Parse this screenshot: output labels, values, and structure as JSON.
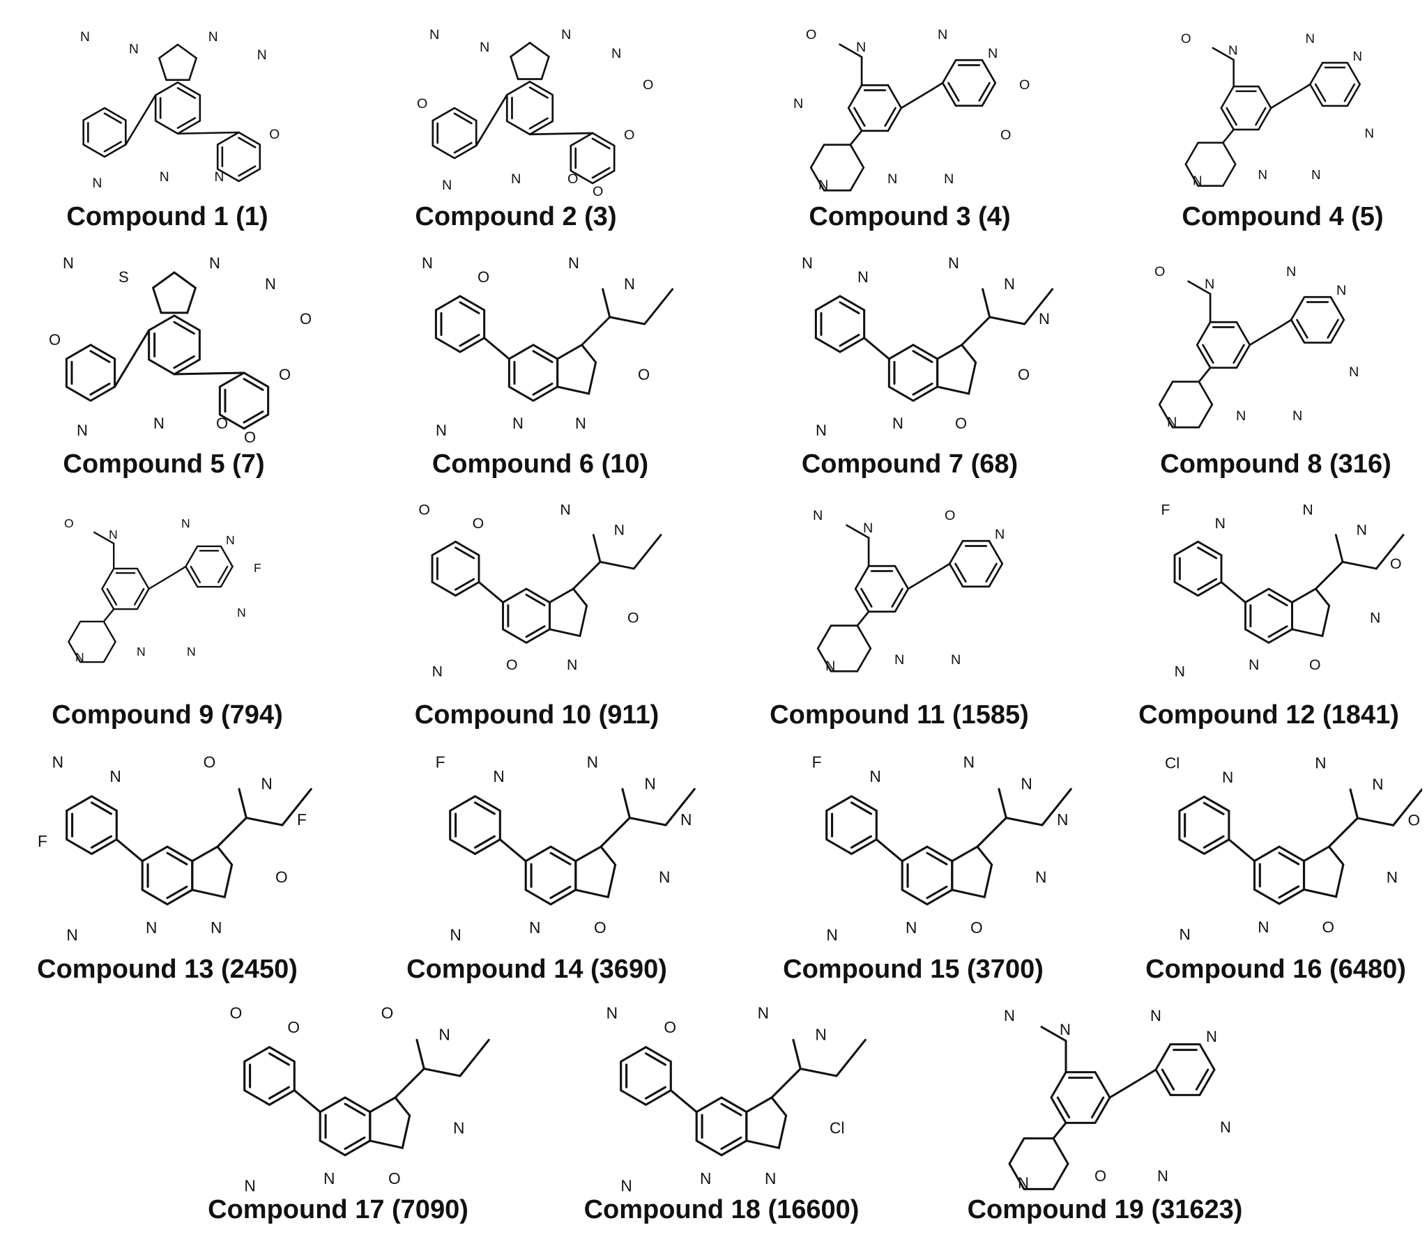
{
  "compounds": [
    {
      "label": "Compound 1 (1)",
      "core": "pyrimidine",
      "atoms": [
        "N",
        "N",
        "N",
        "N",
        "N",
        "N",
        "N",
        "O"
      ]
    },
    {
      "label": "Compound 2 (3)",
      "core": "triazolopyridine",
      "atoms": [
        "N",
        "N",
        "N",
        "N",
        "N",
        "N",
        "O",
        "O",
        "O",
        "O",
        "O"
      ]
    },
    {
      "label": "Compound 3 (4)",
      "core": "pyridazine",
      "atoms": [
        "O",
        "N",
        "N",
        "N",
        "N",
        "N",
        "N",
        "O",
        "O",
        "N"
      ]
    },
    {
      "label": "Compound 4 (5)",
      "core": "pyridazine",
      "atoms": [
        "O",
        "N",
        "N",
        "N",
        "N",
        "N",
        "N",
        "N"
      ]
    },
    {
      "label": "Compound 5 (7)",
      "core": "thiazolopyrimidine",
      "atoms": [
        "N",
        "S",
        "N",
        "N",
        "N",
        "N",
        "O",
        "O",
        "O",
        "O",
        "O"
      ]
    },
    {
      "label": "Compound 6 (10)",
      "core": "pyrrolopyrazine",
      "atoms": [
        "N",
        "O",
        "N",
        "N",
        "N",
        "N",
        "N",
        "O"
      ]
    },
    {
      "label": "Compound 7 (68)",
      "core": "pyrrolopyrazine",
      "atoms": [
        "N",
        "N",
        "N",
        "N",
        "N",
        "N",
        "O",
        "O",
        "N"
      ]
    },
    {
      "label": "Compound 8 (316)",
      "core": "pyridazine",
      "atoms": [
        "O",
        "N",
        "N",
        "N",
        "N",
        "N",
        "N",
        "N"
      ]
    },
    {
      "label": "Compound 9 (794)",
      "core": "pyridazine",
      "atoms": [
        "O",
        "N",
        "N",
        "N",
        "N",
        "N",
        "N",
        "N",
        "F"
      ]
    },
    {
      "label": "Compound 10 (911)",
      "core": "pyrrolopyrazine",
      "atoms": [
        "O",
        "O",
        "N",
        "N",
        "N",
        "O",
        "N",
        "O"
      ]
    },
    {
      "label": "Compound 11 (1585)",
      "core": "pyridazine",
      "atoms": [
        "N",
        "N",
        "O",
        "N",
        "N",
        "N",
        "N"
      ]
    },
    {
      "label": "Compound 12 (1841)",
      "core": "pyrrolopyrazine",
      "atoms": [
        "F",
        "N",
        "N",
        "N",
        "N",
        "N",
        "O",
        "N",
        "O"
      ]
    },
    {
      "label": "Compound 13 (2450)",
      "core": "pyrrolopyrazine",
      "atoms": [
        "N",
        "N",
        "O",
        "N",
        "N",
        "N",
        "N",
        "O",
        "F",
        "F"
      ]
    },
    {
      "label": "Compound 14 (3690)",
      "core": "pyrrolopyrazine",
      "atoms": [
        "F",
        "N",
        "N",
        "N",
        "N",
        "N",
        "O",
        "N",
        "N"
      ]
    },
    {
      "label": "Compound 15 (3700)",
      "core": "pyrrolopyrazine",
      "atoms": [
        "F",
        "N",
        "N",
        "N",
        "N",
        "N",
        "O",
        "N",
        "N"
      ]
    },
    {
      "label": "Compound 16 (6480)",
      "core": "pyrrolopyrazine",
      "atoms": [
        "Cl",
        "N",
        "N",
        "N",
        "N",
        "N",
        "O",
        "N",
        "O"
      ]
    },
    {
      "label": "Compound 17 (7090)",
      "core": "pyrrolopyrazine",
      "atoms": [
        "O",
        "O",
        "O",
        "N",
        "N",
        "N",
        "O",
        "N"
      ]
    },
    {
      "label": "Compound 18 (16600)",
      "core": "pyrrolopyrazine",
      "atoms": [
        "N",
        "O",
        "N",
        "N",
        "N",
        "N",
        "N",
        "Cl"
      ]
    },
    {
      "label": "Compound 19 (31623)",
      "core": "pyridazine",
      "atoms": [
        "N",
        "N",
        "N",
        "N",
        "N",
        "O",
        "N",
        "N"
      ]
    }
  ]
}
